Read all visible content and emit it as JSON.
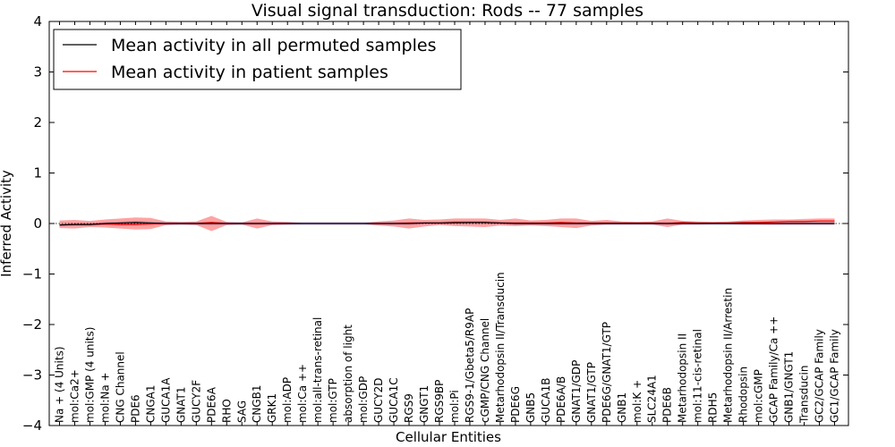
{
  "chart_data": {
    "type": "line",
    "title": "Visual signal transduction: Rods -- 77 samples",
    "xlabel": "Cellular Entities",
    "ylabel": "Inferred Activity",
    "ylim": [
      -4,
      4
    ],
    "yticks": [
      -4,
      -3,
      -2,
      -1,
      0,
      1,
      2,
      3,
      4
    ],
    "ytick_labels": [
      "−4",
      "−3",
      "−2",
      "−1",
      "0",
      "1",
      "2",
      "3",
      "4"
    ],
    "legend_position": "top-left",
    "categories": [
      "Na + (4 Units)",
      "mol:Ca2+",
      "mol:GMP (4 units)",
      "mol:Na +",
      "CNG Channel",
      "PDE6",
      "CNGA1",
      "GUCA1A",
      "GNAT1",
      "GUCY2F",
      "PDE6A",
      "RHO",
      "SAG",
      "CNGB1",
      "GRK1",
      "mol:ADP",
      "mol:Ca ++",
      "mol:all-trans-retinal",
      "mol:GTP",
      "absorption of light",
      "mol:GDP",
      "GUCY2D",
      "GUCA1C",
      "RGS9",
      "GNGT1",
      "RGS9BP",
      "mol:Pi",
      "RGS9-1/Gbeta5/R9AP",
      "cGMP/CNG Channel",
      "Metarhodopsin II/Transducin",
      "PDE6G",
      "GNB5",
      "GUCA1B",
      "PDE6A/B",
      "GNAT1/GDP",
      "GNAT1/GTP",
      "PDE6G/GNAT1/GTP",
      "GNB1",
      "mol:K +",
      "SLC24A1",
      "PDE6B",
      "Metarhodopsin II",
      "mol:11-cis-retinal",
      "RDH5",
      "Metarhodopsin II/Arrestin",
      "Rhodopsin",
      "mol:cGMP",
      "GCAP Family/Ca ++",
      "GNB1/GNGT1",
      "Transducin",
      "GC2/GCAP Family",
      "GC1/GCAP Family"
    ],
    "series": [
      {
        "name": "Mean activity in all permuted samples",
        "color": "#000000",
        "values": [
          -0.03,
          -0.02,
          -0.02,
          0.0,
          0.01,
          0.02,
          0.01,
          0.0,
          0.0,
          0.0,
          0.0,
          0.0,
          0.0,
          0.0,
          0.0,
          0.0,
          0.0,
          0.0,
          0.0,
          0.0,
          0.0,
          0.0,
          0.0,
          0.0,
          0.01,
          0.01,
          0.02,
          0.02,
          0.02,
          0.01,
          0.0,
          0.0,
          0.0,
          0.0,
          0.0,
          0.0,
          0.0,
          0.0,
          0.0,
          0.0,
          0.0,
          0.0,
          0.0,
          0.0,
          0.0,
          0.0,
          0.0,
          0.0,
          0.0,
          0.0,
          0.0,
          0.0
        ]
      },
      {
        "name": "Mean activity in patient samples",
        "color": "#ff0000",
        "values": [
          -0.03,
          -0.02,
          -0.02,
          -0.01,
          -0.02,
          -0.02,
          -0.01,
          0.0,
          0.0,
          0.0,
          0.02,
          0.0,
          0.0,
          0.0,
          0.0,
          0.0,
          0.0,
          0.0,
          0.0,
          0.0,
          0.0,
          0.0,
          0.0,
          0.01,
          0.01,
          0.01,
          0.01,
          0.02,
          0.02,
          0.01,
          0.01,
          0.01,
          0.01,
          0.02,
          0.01,
          0.01,
          0.01,
          0.01,
          0.01,
          0.01,
          0.0,
          0.02,
          0.01,
          0.01,
          0.01,
          0.02,
          0.02,
          0.03,
          0.04,
          0.04,
          0.05,
          0.05
        ],
        "lower": [
          -0.09,
          -0.1,
          -0.07,
          -0.08,
          -0.1,
          -0.12,
          -0.11,
          -0.03,
          -0.02,
          -0.03,
          -0.15,
          -0.03,
          -0.02,
          -0.1,
          -0.03,
          -0.02,
          -0.01,
          -0.01,
          -0.01,
          -0.01,
          -0.01,
          -0.04,
          -0.06,
          -0.1,
          -0.06,
          -0.03,
          -0.05,
          -0.06,
          -0.07,
          -0.04,
          -0.05,
          -0.04,
          -0.05,
          -0.07,
          -0.09,
          -0.04,
          -0.02,
          -0.02,
          -0.02,
          -0.02,
          -0.07,
          -0.02,
          -0.02,
          -0.01,
          -0.01,
          -0.02,
          -0.02,
          -0.02,
          -0.02,
          -0.02,
          -0.02,
          -0.02
        ],
        "upper": [
          0.06,
          0.07,
          0.05,
          0.08,
          0.1,
          0.12,
          0.11,
          0.04,
          0.03,
          0.04,
          0.15,
          0.03,
          0.02,
          0.1,
          0.04,
          0.03,
          0.01,
          0.01,
          0.01,
          0.01,
          0.01,
          0.04,
          0.06,
          0.1,
          0.07,
          0.08,
          0.1,
          0.1,
          0.1,
          0.07,
          0.1,
          0.06,
          0.07,
          0.1,
          0.1,
          0.05,
          0.07,
          0.04,
          0.03,
          0.04,
          0.1,
          0.05,
          0.04,
          0.03,
          0.04,
          0.06,
          0.07,
          0.08,
          0.08,
          0.09,
          0.1,
          0.1
        ]
      }
    ],
    "permuted_band": {
      "color": "#bbbbee",
      "halfwidth": 0.03
    }
  }
}
